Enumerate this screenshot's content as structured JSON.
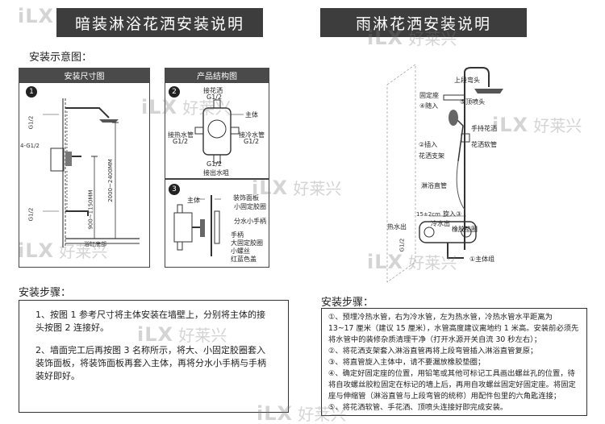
{
  "left": {
    "title": "暗装淋浴花洒安装说明",
    "diagram_label": "安装示意图：",
    "panel1": {
      "header": "安装尺寸图",
      "number": "1",
      "labels": {
        "g12_top": "G1/2",
        "g12_mid": "4-G1/2",
        "g12_low": "G1/2",
        "dim_2000": "2000~2400MM",
        "dim_900": "900~1150MM",
        "floor": "浴缸底部"
      }
    },
    "panel2": {
      "header": "产品结构图",
      "number": "2",
      "labels": {
        "top_port": "接花洒",
        "top_g": "G1/2",
        "main_body": "主体",
        "hot_in": "接热水管",
        "hot_g": "G1/2",
        "cold_in": "接冷水管",
        "cold_g": "G1/2",
        "bottom_g": "G1/2",
        "bottom_port": "接出水咀"
      }
    },
    "panel3": {
      "number": "3",
      "labels": {
        "main_body": "主体",
        "cover_plate": "装饰面板",
        "small_gasket": "小固定胶圈",
        "handle": "分水小手柄",
        "lever": "手柄",
        "big_gasket": "大固定胶圈",
        "screw": "小螺丝",
        "red_blue": "红蓝色盖"
      }
    },
    "steps_label": "安装步骤：",
    "steps": [
      "1、按图 1 参考尺寸将主体安装在墙壁上，分别将主体的接头按图 2 连接好。",
      "2、墙面完工后再按图 3 名称所示，将大、小固定胶圈套入装饰面板，将装饰面板再套入主体，再将分水小手柄与手柄装好即好。"
    ]
  },
  "right": {
    "title": "雨淋花洒安装说明",
    "labels": {
      "upper_bend": "上段弯头",
      "fixed_seat": "固定座",
      "screw_in_4": "④随入",
      "top_spray": "⑤顶喷头",
      "hand_shower": "手持花洒",
      "insert_2": "②插入",
      "shower_hose": "花洒软管",
      "bracket": "花洒支架",
      "straight_pipe": "淋浴直管",
      "rotate_in": "旋入③",
      "hot_out": "热水出",
      "cold_out": "冷水出",
      "rubber_pad": "橡胶垫圈",
      "dim_150": "15±2cm",
      "dim_g12": "G1/2",
      "main_body": "①主体组"
    },
    "steps_label": "安装步骤：",
    "steps": [
      "①、预埋冷热水管，右为冷水管，左为热水管，冷热水管水平距离为 13~17 厘米（建议 15 厘米），水管高度建议离地约 1 米高。安装前必须先将水管中的装修杂质清理干净（打开水源开关自流 30 秒左右）；",
      "②、将花洒支架套入淋浴直管再将上段弯管插入淋浴直管复原；",
      "③、将直管旋入主体中，请不要漏放橡胶垫圈；",
      "④、确定好固定座的位置，用铅笔或其他可标记工具画出螺丝孔的位置，待将自攻螺丝胶粒固定在标记的墙上后，再用自攻螺丝固定好固定座。将固定座与伸缩管（淋浴直管与上段弯管的统称）用配件包里的六角匙连接；",
      "⑤、将花洒软管、手花洒、顶喷头连接好即完成安装。"
    ]
  },
  "watermark": {
    "brand": "iLX",
    "text": "好莱兴"
  }
}
